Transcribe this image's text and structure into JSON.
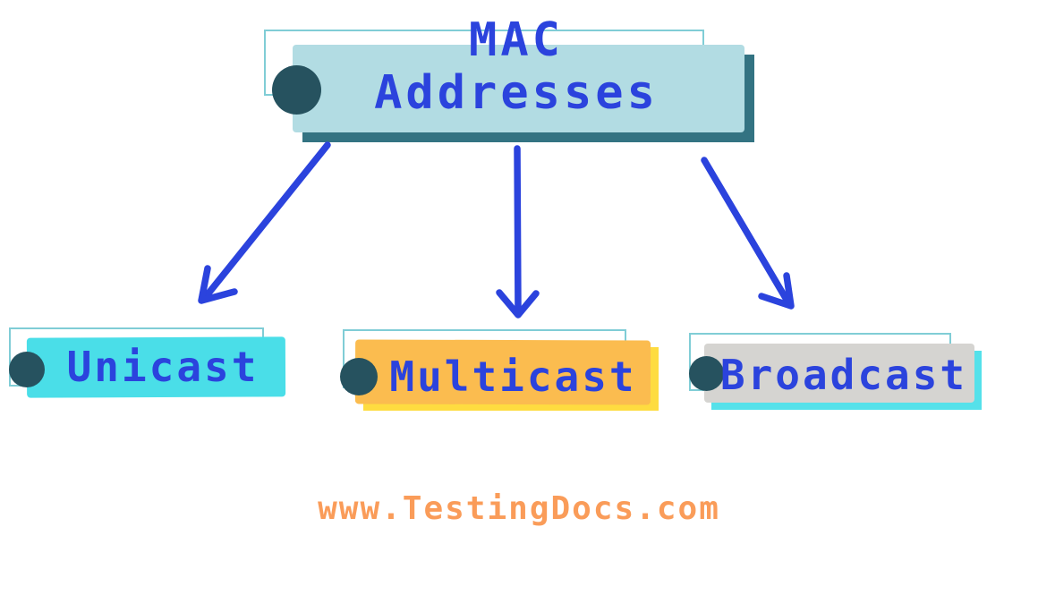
{
  "diagram": {
    "root": {
      "label_line1": "MAC",
      "label_line2": "Addresses"
    },
    "children": [
      {
        "label": "Unicast"
      },
      {
        "label": "Multicast"
      },
      {
        "label": "Broadcast"
      }
    ],
    "watermark": "www.TestingDocs.com"
  },
  "colors": {
    "root_fill": "#b2dce3",
    "root_shadow": "#337382",
    "bullet": "#26525f",
    "outline": "#80cdd6",
    "text_blue": "#2b43dd",
    "arrow": "#2b43dd",
    "unicast_fill": "#4adee8",
    "multicast_fill": "#fbbc4f",
    "multicast_shadow": "#fedc40",
    "broadcast_fill": "#d5d4d1",
    "broadcast_shadow": "#55e1ea",
    "watermark": "#fa9c59",
    "background": "#ffffff"
  }
}
